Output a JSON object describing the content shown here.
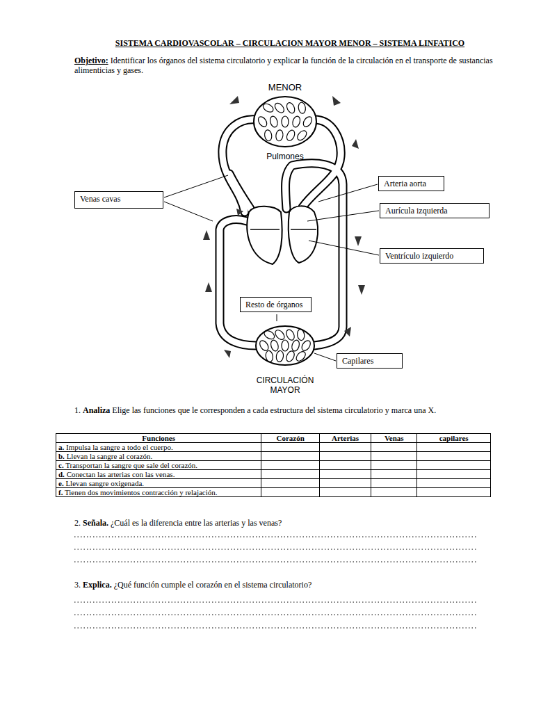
{
  "diagram": {
    "title": "SISTEMA CARDIOVASCOLAR – CIRCULACION MAYOR MENOR – SISTEMA LINFATICO",
    "nodes": [
      {
        "text": [
          "Venas cavas"
        ]
      },
      {
        "text": [
          "Arteria aorta"
        ]
      },
      {
        "text": [
          "Aurícula izquierda"
        ]
      },
      {
        "text": [
          "Ventrículo izquierdo"
        ]
      },
      {
        "text": [
          "Resto de órganos"
        ]
      },
      {
        "text": [
          "Capilares"
        ]
      }
    ],
    "labels": [
      "Objetivo:",
      "Identificar los órganos del sistema circulatorio y explicar la función de la circulación en el transporte de sustancias alimenticias y gases.",
      "MENOR",
      "Pulmones",
      "CIRCULACIÓN MAYOR",
      "1.",
      "Analiza",
      "Elige las funciones que le corresponden a cada estructura del sistema circulatorio y marca una X.",
      "Funciones",
      "Corazón",
      "Arterias",
      "Venas",
      "capilares",
      "a.",
      "Impulsa la sangre a todo el cuerpo.",
      "b.",
      "Llevan la sangre al corazón.",
      "c.",
      "Transportan la sangre que sale del corazón.",
      "d.",
      "Conectan las arterias con las venas.",
      "e.",
      "Llevan sangre oxigenada.",
      "f.",
      "Tienen dos movimientos contracción y relajación.",
      "2.",
      "Señala.",
      "¿Cuál es la diferencia entre las arterias y las venas?",
      "3.",
      "Explica.",
      "¿Qué función cumple el corazón en el sistema circulatorio?"
    ]
  }
}
